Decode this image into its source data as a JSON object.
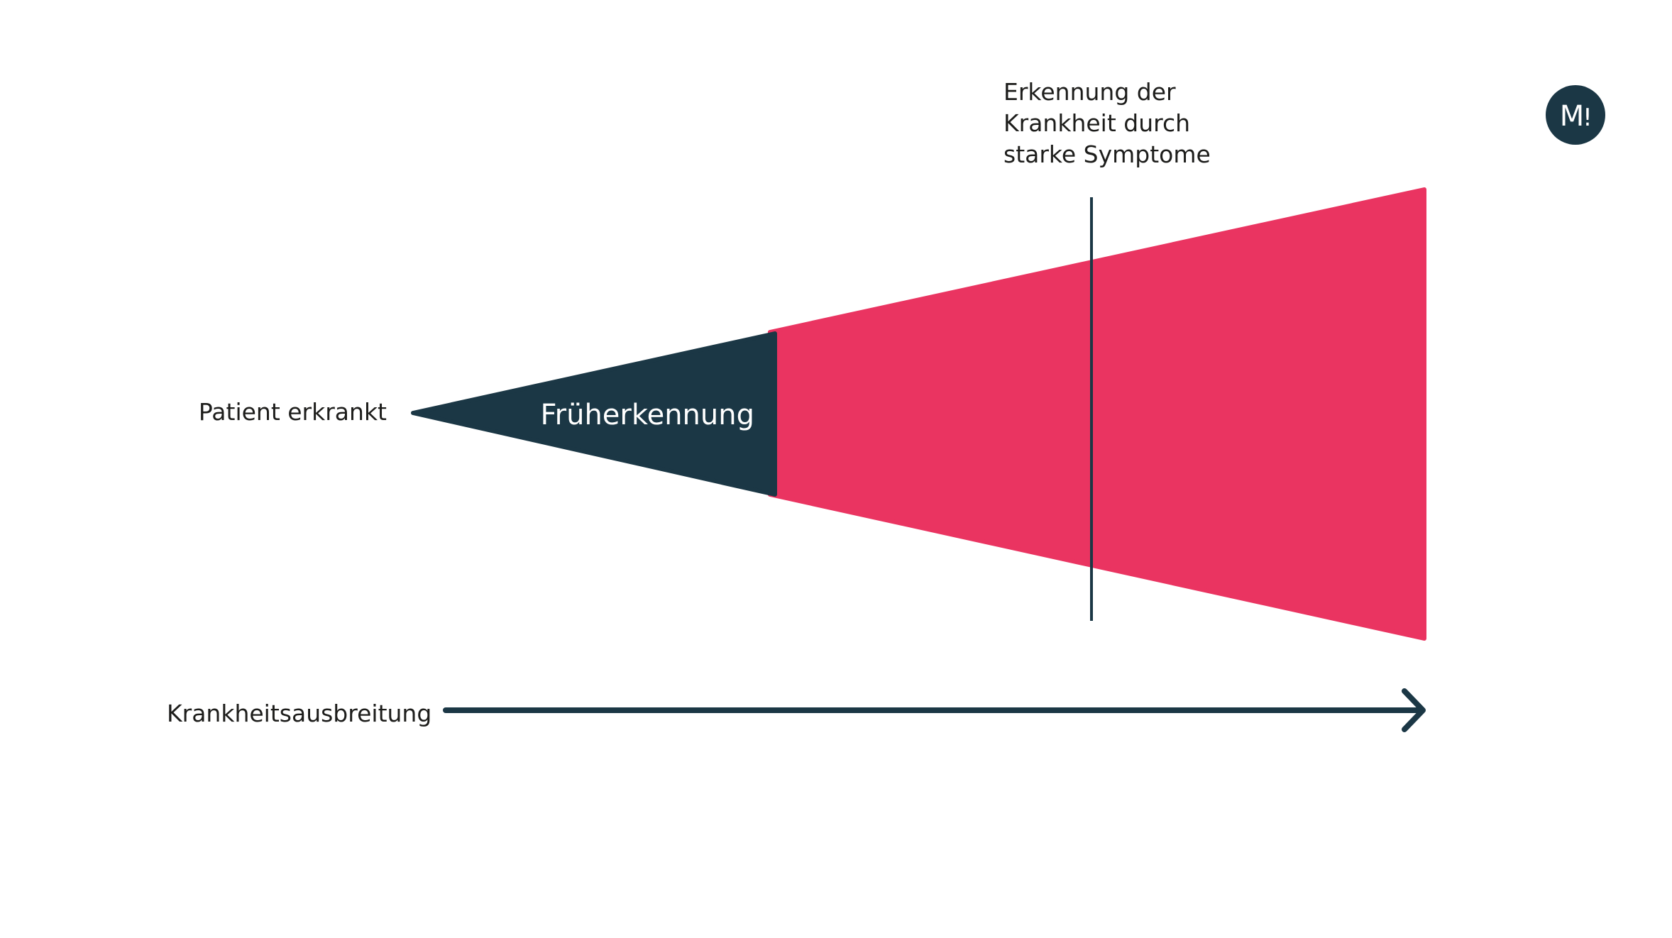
{
  "labels": {
    "patient_label": "Patient erkrankt",
    "early_label": "Früherkennung",
    "symptoms_line1": "Erkennung der",
    "symptoms_line2": "Krankheit durch",
    "symptoms_line3": "starke Symptome",
    "axis_label": "Krankheitsausbreitung"
  },
  "logo": {
    "letter": "M",
    "mark": "!"
  },
  "colors": {
    "early_fill": "#1b3745",
    "late_fill": "#ea3461",
    "line": "#1b3745",
    "text": "#1d1d1b",
    "logo_bg": "#1b3745"
  }
}
